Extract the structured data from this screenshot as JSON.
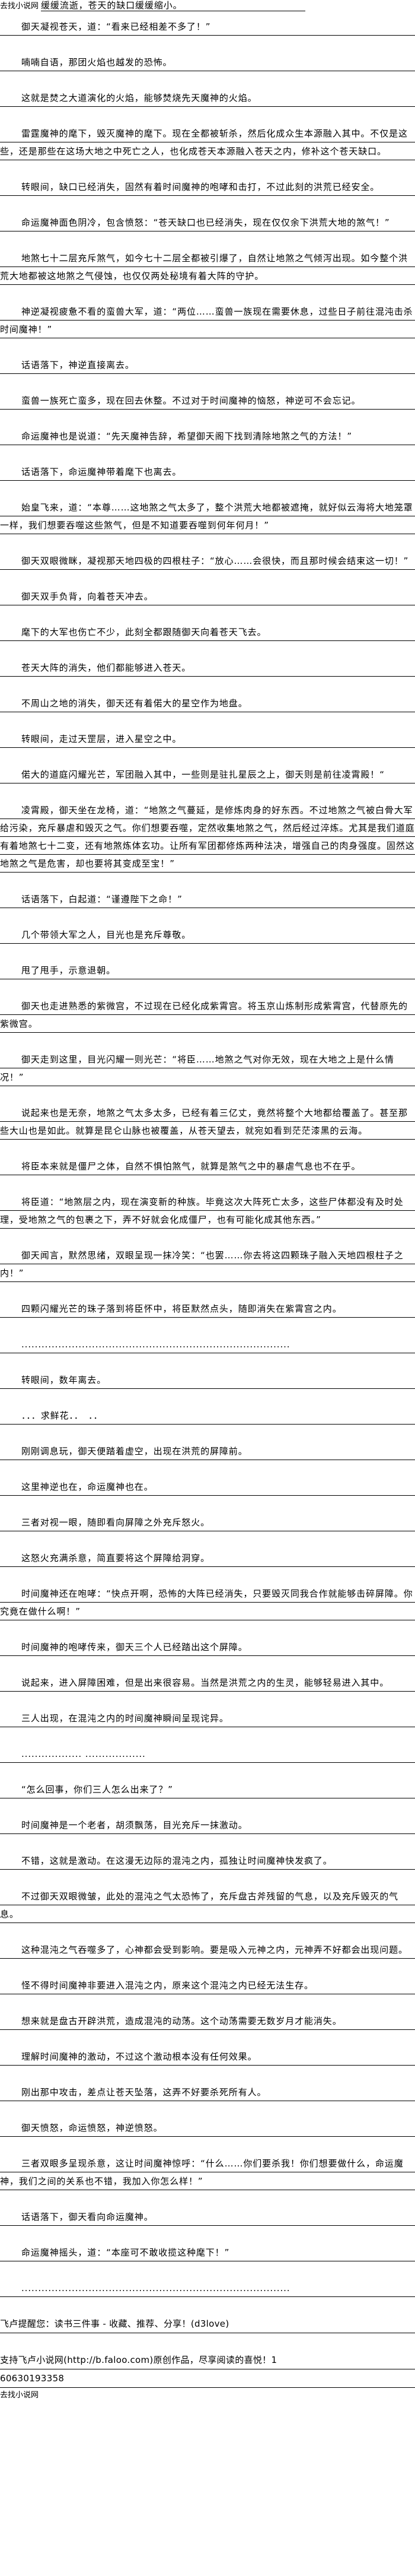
{
  "site_name": "去找小说网",
  "top_fragment": "缓缓流逝，苍天的缺口缓缓缩小。",
  "paragraphs": [
    "御天凝视苍天，道：“看来已经相差不多了！”",
    "喃喃自语，那团火焰也越发的恐怖。",
    "这就是焚之大道演化的火焰，能够焚烧先天魔神的火焰。",
    "雷霆魔神的麾下，毁灭魔神的麾下。现在全都被斩杀，然后化成众生本源融入其中。不仅是这些，还是那些在这场大地之中死亡之人，也化成苍天本源融入苍天之内，修补这个苍天缺口。",
    "转眼间，缺口已经消失，固然有着时间魔神的咆哮和击打，不过此刻的洪荒已经安全。",
    "命运魔神面色阴冷，包含愤怒：“苍天缺口也已经消失，现在仅仅余下洪荒大地的煞气！”",
    "地煞七十二层充斥煞气，如今七十二层全都被引爆了，自然让地煞之气倾泻出现。如今整个洪荒大地都被这地煞之气侵蚀，也仅仅两处秘境有着大阵的守护。",
    "神逆凝视疲惫不看的蛮兽大军，道：“两位……蛮兽一族现在需要休息，过些日子前往混沌击杀时间魔神！”",
    "话语落下，神逆直接离去。",
    "蛮兽一族死亡蛮多，现在回去休整。不过对于时间魔神的恼怒，神逆可不会忘记。",
    "命运魔神也是说道：“先天魔神告辞，希望御天阁下找到清除地煞之气的方法！”",
    "话语落下，命运魔神带着麾下也离去。",
    "始皇飞来，道：“本尊……这地煞之气太多了，整个洪荒大地都被遮掩，就好似云海将大地笼罩一样，我们想要吞噬这些煞气，但是不知道要吞噬到何年何月！”",
    "御天双眼微眯，凝视那天地四极的四根柱子：“放心……会很快，而且那时候会结束这一切！”",
    "御天双手负背，向着苍天冲去。",
    "麾下的大军也伤亡不少，此刻全都跟随御天向着苍天飞去。",
    "苍天大阵的消失，他们都能够进入苍天。",
    "不周山之地的消失，御天还有着偌大的星空作为地盘。",
    "转眼间，走过天罡层，进入星空之中。",
    "偌大的道庭闪耀光芒，军团融入其中，一些则是驻扎星辰之上，御天则是前往凌霄殿！“",
    "凌霄殿，御天坐在龙椅，道：“地煞之气蔓延，是修炼肉身的好东西。不过地煞之气被白骨大军给污染，充斥暴虐和毁灭之气。你们想要吞噬，定然收集地煞之气，然后经过淬炼。尤其是我们道庭有着地煞七十二变，还有地煞炼体玄功。让所有军团都修炼两种法决，增强自己的肉身强度。固然这地煞之气是危害，却也要将其变成至宝！”",
    "话语落下，白起道：“谨遵陛下之命！”",
    "几个带领大军之人，目光也是充斥尊敬。",
    "甩了甩手，示意退朝。",
    "御天也走进熟悉的紫微宫，不过现在已经化成紫霄宫。将玉京山炼制形成紫霄宫，代替原先的紫微宫。",
    "御天走到这里，目光闪耀一则光芒：“将臣……地煞之气对你无效，现在大地之上是什么情况！”",
    "说起来也是无奈，地煞之气太多太多，已经有着三亿丈，竟然将整个大地都给覆盖了。甚至那些大山也是如此。就算是昆仑山脉也被覆盖，从苍天望去，就宛如看到茫茫漆黑的云海。",
    "将臣本来就是僵尸之体，自然不惧怕煞气，就算是煞气之中的暴虐气息也不在乎。",
    "将臣道：“地煞层之内，现在演变新的种族。毕竟这次大阵死亡太多，这些尸体都没有及时处理，受地煞之气的包裹之下，弄不好就会化成僵尸，也有可能化成其他东西。”",
    "御天闻言，默然思绪，双眼呈现一抹冷笑：“也罢……你去将这四颗珠子融入天地四根柱子之内！”",
    "四颗闪耀光芒的珠子落到将臣怀中，将臣默然点头，随即消失在紫霄宫之内。",
    "................................................................................",
    "转眼间，数年离去。",
    "．．．求鲜花．．　．．",
    "刚刚调息玩，御天便踏着虚空，出现在洪荒的屏障前。",
    "这里神逆也在，命运魔神也在。",
    "三者对视一眼，随即看向屏障之外充斥怒火。",
    "这怒火充满杀意，简直要将这个屏障给洞穿。",
    "时间魔神还在咆哮：“快点开啊，恐怖的大阵已经消失，只要毁灭同我合作就能够击碎屏障。你究竟在做什么啊！”",
    "时间魔神的咆哮传来，御天三个人已经踏出这个屏障。",
    "说起来，进入屏障困难，但是出来很容易。当然是洪荒之内的生灵，能够轻易进入其中。",
    "三人出现，在混沌之内的时间魔神瞬间呈现诧异。",
    "..................  ..................",
    "“怎么回事，你们三人怎么出来了？”",
    "时间魔神是一个老者，胡须飘荡，目光充斥一抹激动。",
    "不错，这就是激动。在这漫无边际的混沌之内，孤独让时间魔神快发疯了。",
    "不过御天双眼微皱，此处的混沌之气太恐怖了，充斥盘古斧残留的气息，以及充斥毁灭的气息。",
    "这种混沌之气吞噬多了，心神都会受到影响。要是吸入元神之内，元神弄不好都会出现问题。",
    "怪不得时间魔神非要进入混沌之内，原来这个混沌之内已经无法生存。",
    "想来就是盘古开辟洪荒，造成混沌的动荡。这个动荡需要无数岁月才能消失。",
    "理解时间魔神的激动，不过这个激动根本没有任何效果。",
    "刚出那中攻击，差点让苍天坠落，这弄不好要杀死所有人。",
    "御天愤怒，命运愤怒，神逆愤怒。",
    "三者双眼多呈现杀意，这让时间魔神惊呼：“什么……你们要杀我！你们想要做什么，命运魔神，我们之间的关系也不错，我加入你怎么样！”",
    "话语落下，御天看向命运魔神。",
    "命运魔神摇头，道：“本座可不敢收揽这种麾下！”",
    "................................................................................"
  ],
  "footer": {
    "reminder": "飞卢提醒您：读书三件事 - 收藏、推荐、分享！(d3love)",
    "support": "支持飞卢小说网(http://b.faloo.com)原创作品，尽享阅读的喜悦！1",
    "code": "60630193358",
    "site_name": "去找小说网"
  }
}
